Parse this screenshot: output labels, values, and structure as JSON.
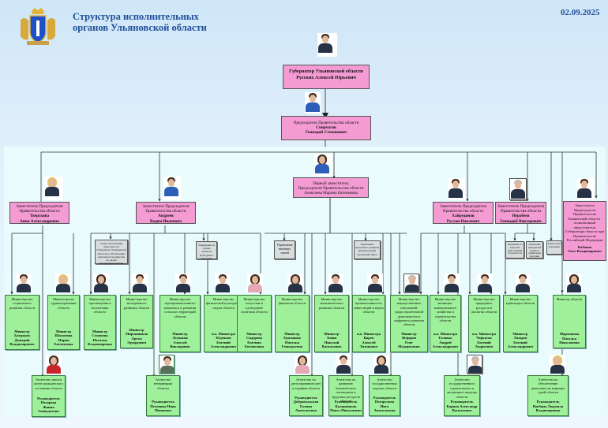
{
  "header": {
    "title_line1": "Структура исполнительных",
    "title_line2": "органов Ульяновской области",
    "date": "02.09.2025",
    "crest_icon": "coat-of-arms-icon"
  },
  "colors": {
    "title": "#1f4e9a",
    "leader_box": "#f59bd3",
    "ministry_box": "#9ff09a",
    "office_box": "#d7dcdc"
  },
  "governor": {
    "title": "Губернатор Ульяновской области",
    "name": "Русских Алексей Юрьевич"
  },
  "chairman": {
    "title": "Председатель Правительства области",
    "name1": "Спирчагов",
    "name2": "Геннадий Степанович"
  },
  "first_deputy": {
    "title1": "Первый заместитель",
    "title2": "Председателя Правительства области",
    "name": "Алексеева Марина Евгеньевна"
  },
  "deputies": [
    {
      "t1": "Заместитель Председателя",
      "t2": "Правительства области",
      "n1": "Тверскова",
      "n2": "Анна Александровна"
    },
    {
      "t1": "Заместитель Председателя",
      "t2": "Правительства области",
      "n1": "Андреев",
      "n2": "Вадим Иванович"
    },
    {
      "t1": "Заместитель Председателя",
      "t2": "Правительства области",
      "n1": "Хайрединов",
      "n2": "Руслан Наилевич"
    },
    {
      "t1": "Заместитель Председателя",
      "t2": "Правительства области",
      "n1": "Нерабеев",
      "n2": "Геннадий Викторович"
    }
  ],
  "representative": {
    "text": "Заместитель Председателя Правительства Ульяновской области - полномочный представитель Губернатора области при Правительстве Российской Федерации",
    "n1": "Кабанов",
    "n2": "Олег Владимирович"
  },
  "offices": [
    {
      "text": "Отдел обеспечения деятельности Губернатора Ульяновской области по обеспечению деятельности комиссии по делам несовершеннолетних"
    },
    {
      "text": "Управление по охране объектов культурного наследия"
    },
    {
      "text": "Управление внешних связей"
    },
    {
      "text": "Управление проектного развития (Региональный проектный офис)"
    },
    {
      "text": "Управление по вопросам общественной безопасности"
    },
    {
      "text": "Управление гражданской защиты и специальных программ"
    },
    {
      "text": "Контрольное управление"
    }
  ],
  "ministries": [
    {
      "org": "Министерство социального развития области",
      "role": "Министр",
      "n1": "Батраков",
      "n2": "Дмитрий",
      "n3": "Владимирович"
    },
    {
      "org": "Министерство здравоохранения области",
      "role": "Министр",
      "n1": "Шалагина",
      "n2": "Мария",
      "n3": "Евгеньевна"
    },
    {
      "org": "Министерство просвещения и воспитания области",
      "role": "Министр",
      "n1": "Семенова",
      "n2": "Наталья",
      "n3": "Владимировна"
    },
    {
      "org": "Министерство молодёжного развития области",
      "role": "Министр",
      "n1": "Мирошников",
      "n2": "Артем",
      "n3": "Эдуардович"
    },
    {
      "org": "Министерство агропромышленного комплекса и развития сельских территорий области",
      "role": "Министр",
      "n1": "Леушкин",
      "n2": "Алексей",
      "n3": "Викторович"
    },
    {
      "org": "Министерство физической культуры и спорта области",
      "role": "и.о. Министра",
      "n1": "Юденков",
      "n2": "Евгений",
      "n3": "Александрович"
    },
    {
      "org": "Министерство искусства и культурной политики области",
      "role": "Министр",
      "n1": "Сидорова",
      "n2": "Евгения",
      "n3": "Евгеньевна"
    },
    {
      "org": "Министерство финансов области",
      "role": "Министр",
      "n1": "Ерохшина",
      "n2": "Наталья",
      "n3": "Геннадьевна"
    },
    {
      "org": "Министерство экономического развития области",
      "role": "Министр",
      "n1": "Зенин",
      "n2": "Николай",
      "n3": "Васильевич"
    },
    {
      "org": "Министерство промышленности, инвестиций и науки области",
      "role": "и.о. Министра",
      "n1": "Царев",
      "n2": "Алексей",
      "n3": "Тихонович"
    },
    {
      "org": "Министерство имущественных отношений, градостроительной деятельности и цифрового развития области",
      "role": "Министр",
      "n1": "Ягфаров",
      "n2": "Олег",
      "n3": "Медерисович"
    },
    {
      "org": "Министерство жилищно-коммунального хозяйства и строительства области",
      "role": "и.о. Министра",
      "n1": "Головко",
      "n2": "Андрей",
      "n3": "Александрович"
    },
    {
      "org": "Министерство природных ресурсов и экологии области",
      "role": "и.о. Министра",
      "n1": "Черкасов",
      "n2": "Евгений",
      "n3": "Андреевич"
    },
    {
      "org": "Министерство транспорта области",
      "role": "Министр",
      "n1": "Лазарев",
      "n2": "Евгений",
      "n3": "Александрович"
    },
    {
      "org": "Министр области",
      "role": "",
      "n1": "Мартынова",
      "n2": "Наталья",
      "n3": "Николаевна"
    }
  ],
  "agencies": [
    {
      "org": "Агентство записи актов гражданского состояния области",
      "role": "Руководитель",
      "n1": "Назарова",
      "n2": "Жанна",
      "n3": "Геннадьевна"
    },
    {
      "org": "Агентство ветеринарии области",
      "role": "Руководитель",
      "n1": "Пелевина Нина",
      "n2": "Ивановна",
      "n3": ""
    },
    {
      "org": "Агентство по регулированию цен и тарифов области",
      "role": "Руководитель",
      "n1": "Добровольская",
      "n2": "Галина",
      "n3": "Анатольевна"
    },
    {
      "org": "Агентство по развитию человеческого потенциала и трудовых ресурсов области",
      "role": "Руководитель",
      "n1": "Калашников",
      "n2": "Павел Николаевич",
      "n3": ""
    },
    {
      "org": "Агентство государственных закупок области",
      "role": "Руководитель",
      "n1": "Погорелова",
      "n2": "Инга",
      "n3": "Анатольевна"
    },
    {
      "org": "Агентство государственного строительного и жилищного надзора области",
      "role": "Руководитель",
      "n1": "Карпов Александр",
      "n2": "Васильевич",
      "n3": ""
    },
    {
      "org": "Агентство по обеспечению деятельности мировых судей области",
      "role": "Руководитель",
      "n1": "Вовбина Людмила",
      "n2": "Владимировна",
      "n3": ""
    }
  ]
}
